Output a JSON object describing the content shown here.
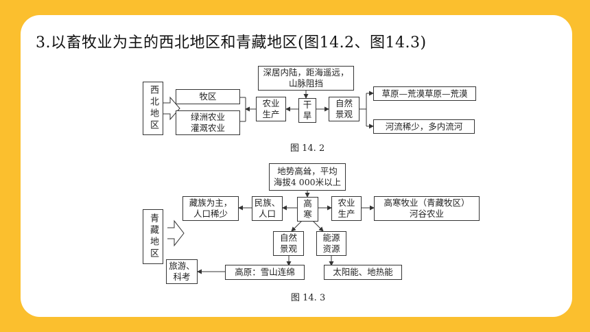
{
  "colors": {
    "background": "#fbbf2e",
    "panel": "#ffffff",
    "line": "#333333"
  },
  "heading": "3.以畜牧业为主的西北地区和青藏地区(图14.2、图14.3)",
  "fig142": {
    "region": "西北地区",
    "pastoral": "牧区",
    "oasis_line1": "绿洲农业",
    "oasis_line2": "灌溉农业",
    "agri_line1": "农业",
    "agri_line2": "生产",
    "cause_line1": "深居内陆，距海遥远，",
    "cause_line2": "山脉阻挡",
    "dry_line1": "干",
    "dry_line2": "旱",
    "landscape_line1": "自然",
    "landscape_line2": "景观",
    "grass": "草原—荒漠草原—荒漠",
    "rivers": "河流稀少，多内流河",
    "caption": "图 14. 2"
  },
  "fig143": {
    "region": "青藏地区",
    "terrain_line1": "地势高耸，平均",
    "terrain_line2": "海拔4 000米以上",
    "tibetan_line1": "藏族为主，",
    "tibetan_line2": "人口稀少",
    "ethnic_line1": "民族、",
    "ethnic_line2": "人口",
    "cold_line1": "高",
    "cold_line2": "寒",
    "agri_line1": "农业",
    "agri_line2": "生产",
    "herding_line1": "高寒牧业（青藏牧区）",
    "herding_line2": "河谷农业",
    "landscape_line1": "自然",
    "landscape_line2": "景观",
    "energy_line1": "能源",
    "energy_line2": "资源",
    "tourism_line1": "旅游、",
    "tourism_line2": "科考",
    "plateau": "高原：雪山连绵",
    "solar": "太阳能、地热能",
    "caption": "图 14. 3"
  }
}
